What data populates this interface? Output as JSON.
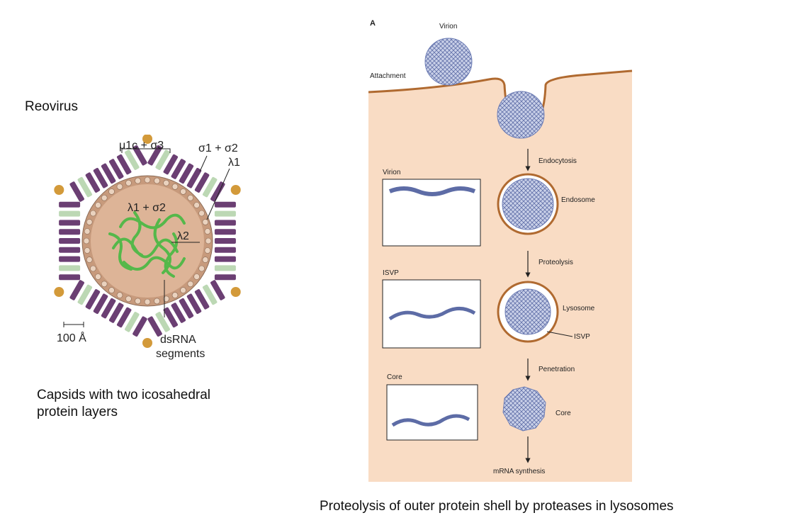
{
  "left": {
    "title": "Reovirus",
    "labels": {
      "mu1c_sigma3": "μ1c + σ3",
      "sigma1_sigma2": "σ1 + σ2",
      "lambda1": "λ1",
      "lambda1_sigma2": "λ1 + σ2",
      "lambda2": "λ2",
      "scale": "100 Å",
      "dsrna_line1": "dsRNA",
      "dsrna_line2": "segments"
    },
    "caption_line1": "Capsids with two icosahedral",
    "caption_line2": "protein layers"
  },
  "right": {
    "panel_letter": "A",
    "labels": {
      "virion_top": "Virion",
      "attachment": "Attachment",
      "endocytosis": "Endocytosis",
      "endosome": "Endosome",
      "virion_box": "Virion",
      "proteolysis": "Proteolysis",
      "isvp_box": "ISVP",
      "lysosome": "Lysosome",
      "isvp_particle": "ISVP",
      "penetration": "Penetration",
      "core_box": "Core",
      "core_particle": "Core",
      "mrna": "mRNA synthesis"
    },
    "caption": "Proteolysis of outer protein shell by proteases in lysosomes"
  },
  "colors": {
    "cell": "#f9dcc4",
    "membrane": "#b06a30",
    "virus": "#6f7fb6",
    "virus_fill": "#c9d0e8",
    "spike_purple": "#6b3f73",
    "spike_green": "#bcd8b4",
    "turret_orange": "#d39a3a",
    "core_fill": "#ddb497",
    "rna_green": "#55b84a"
  }
}
